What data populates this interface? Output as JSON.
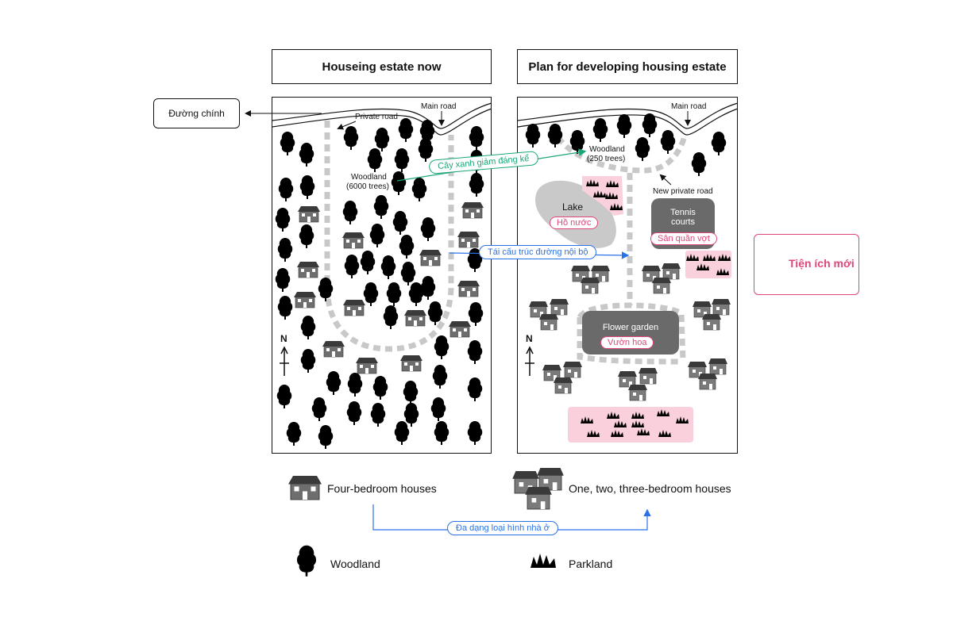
{
  "titles": {
    "left": "Houseing estate now",
    "right": "Plan for developing housing estate"
  },
  "left_map": {
    "main_road": "Main road",
    "private_road": "Private road",
    "woodland_line1": "Woodland",
    "woodland_line2": "(6000 trees)",
    "north": "N"
  },
  "right_map": {
    "main_road": "Main road",
    "woodland_line1": "Woodland",
    "woodland_line2": "(250 trees)",
    "new_private_road": "New private road",
    "lake": "Lake",
    "lake_vi": "Hồ nước",
    "tennis_line1": "Tennis",
    "tennis_line2": "courts",
    "tennis_vi": "Sân quần vợt",
    "flower_garden": "Flower garden",
    "flower_vi": "Vườn hoa",
    "north": "N"
  },
  "annotations": {
    "duong_chinh": "Đường chính",
    "cay_xanh": "Cây xanh giảm đáng kể",
    "tai_cau_truc": "Tái cấu trúc đường nội bộ",
    "da_dang": "Đa dạng loại hình nhà ở",
    "tien_ich": "Tiện ích mới"
  },
  "legend": {
    "four_bedroom": "Four-bedroom houses",
    "small_houses": "One, two, three-bedroom houses",
    "woodland": "Woodland",
    "parkland": "Parkland"
  },
  "colors": {
    "pink_fill": "#f9d0db",
    "pink_stroke": "#e0457b",
    "green": "#1aa774",
    "blue": "#2a72e8",
    "dark_grey": "#6a6a6a",
    "road_dash": "#c8c8c8",
    "lake": "#c9c9c9"
  },
  "icons": {
    "tree": "tree-icon",
    "house": "house-icon",
    "grass": "grass-icon",
    "north_arrow": "north-arrow-icon"
  }
}
